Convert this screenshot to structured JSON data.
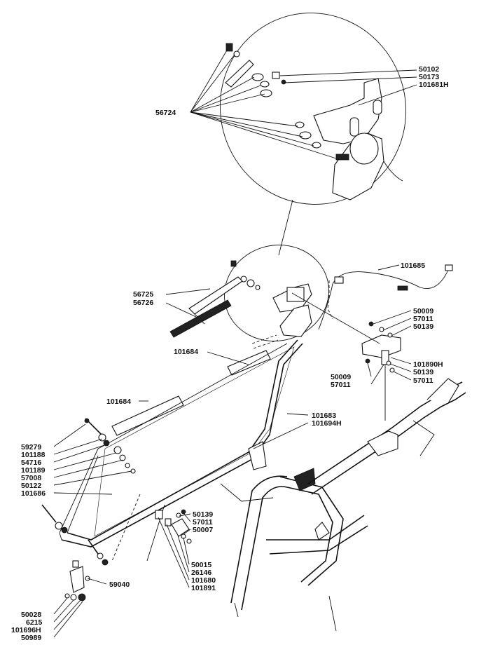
{
  "labels": [
    {
      "id": "50102",
      "text": "50102"
    },
    {
      "id": "50173",
      "text": "50173"
    },
    {
      "id": "101681H",
      "text": "101681H"
    },
    {
      "id": "56724",
      "text": "56724"
    },
    {
      "id": "101685",
      "text": "101685"
    },
    {
      "id": "56725",
      "text": "56725"
    },
    {
      "id": "56726",
      "text": "56726"
    },
    {
      "id": "50009a",
      "text": "50009"
    },
    {
      "id": "57011a",
      "text": "57011"
    },
    {
      "id": "50139a",
      "text": "50139"
    },
    {
      "id": "101684a",
      "text": "101684"
    },
    {
      "id": "101890H",
      "text": "101890H"
    },
    {
      "id": "50009b",
      "text": "50009"
    },
    {
      "id": "50139b",
      "text": "50139"
    },
    {
      "id": "57011b",
      "text": "57011"
    },
    {
      "id": "57011c",
      "text": "57011"
    },
    {
      "id": "101684b",
      "text": "101684"
    },
    {
      "id": "101683",
      "text": "101683"
    },
    {
      "id": "101694H",
      "text": "101694H"
    },
    {
      "id": "59279",
      "text": "59279"
    },
    {
      "id": "101188",
      "text": "101188"
    },
    {
      "id": "54716",
      "text": "54716"
    },
    {
      "id": "101189",
      "text": "101189"
    },
    {
      "id": "57008",
      "text": "57008"
    },
    {
      "id": "50122",
      "text": "50122"
    },
    {
      "id": "101686",
      "text": "101686"
    },
    {
      "id": "50139c",
      "text": "50139"
    },
    {
      "id": "57011d",
      "text": "57011"
    },
    {
      "id": "50007",
      "text": "50007"
    },
    {
      "id": "50015",
      "text": "50015"
    },
    {
      "id": "26146",
      "text": "26146"
    },
    {
      "id": "101680",
      "text": "101680"
    },
    {
      "id": "101891",
      "text": "101891"
    },
    {
      "id": "59040",
      "text": "59040"
    },
    {
      "id": "50028",
      "text": "50028"
    },
    {
      "id": "6215",
      "text": "6215"
    },
    {
      "id": "101696H",
      "text": "101696H"
    },
    {
      "id": "50989",
      "text": "50989"
    }
  ]
}
